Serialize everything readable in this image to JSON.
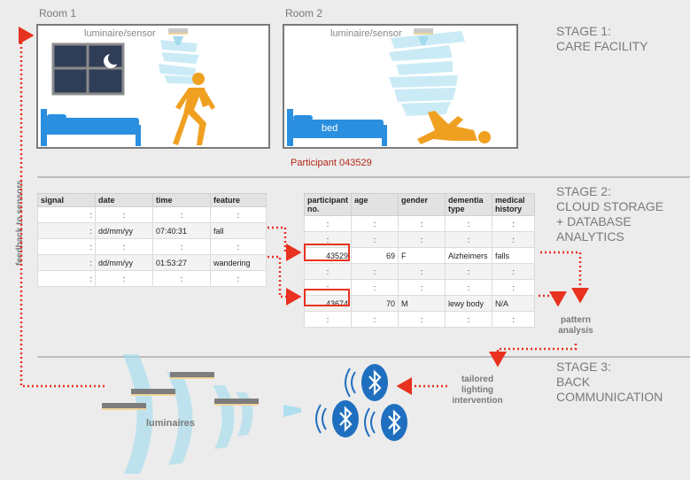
{
  "rooms": {
    "room1_label": "Room 1",
    "room2_label": "Room 2",
    "luminaire_sensor_label": "luminaire/sensor",
    "bed_label": "bed",
    "participant_caption": "Participant 043529"
  },
  "stages": {
    "stage1": [
      "STAGE 1:",
      "CARE FACILITY"
    ],
    "stage2": [
      "STAGE 2:",
      "CLOUD STORAGE",
      "+ DATABASE",
      "ANALYTICS"
    ],
    "stage3": [
      "STAGE 3:",
      "BACK",
      "COMMUNICATION"
    ]
  },
  "sensor_table": {
    "headers": [
      "signal",
      "date",
      "time",
      "feature"
    ],
    "rows": [
      [
        ":",
        ":",
        ":",
        ":"
      ],
      [
        ":",
        "dd/mm/yy",
        "07:40:31",
        "fall"
      ],
      [
        ":",
        ":",
        ":",
        ":"
      ],
      [
        ":",
        "dd/mm/yy",
        "01:53:27",
        "wandering"
      ],
      [
        ":",
        ":",
        ":",
        ":"
      ]
    ]
  },
  "participant_table": {
    "headers": [
      "participant no.",
      "age",
      "gender",
      "dementia type",
      "medical history"
    ],
    "rows": [
      [
        ":",
        ":",
        ":",
        ":",
        ":"
      ],
      [
        ":",
        ":",
        ":",
        ":",
        ":"
      ],
      [
        "43529",
        "69",
        "F",
        "Alzheimers",
        "falls"
      ],
      [
        ":",
        ":",
        ":",
        ":",
        ":"
      ],
      [
        ":",
        ":",
        ":",
        ":",
        ":"
      ],
      [
        "43674",
        "70",
        "M",
        "lewy body",
        "N/A"
      ],
      [
        ":",
        ":",
        ":",
        ":",
        ":"
      ]
    ]
  },
  "labels": {
    "feedback": "feedback to sensors",
    "pattern_analysis": [
      "pattern",
      "analysis"
    ],
    "intervention": [
      "tailored",
      "lighting",
      "intervention"
    ],
    "luminaires": "luminaires"
  },
  "colors": {
    "accent_red": "#e8311f",
    "orange_figure": "#f0a020",
    "bed_blue": "#2b8fe0",
    "bluetooth_blue": "#1f6fc0",
    "light_beam": "#9fdcef"
  }
}
